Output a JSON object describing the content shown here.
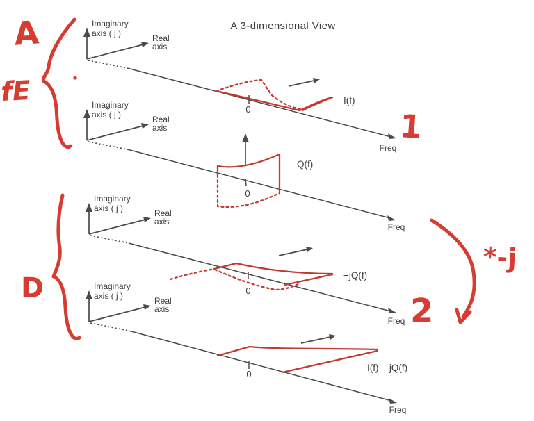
{
  "title": "A 3-dimensional View",
  "colors": {
    "background": "#ffffff",
    "ink": "#3d3d3d",
    "line": "#4a4a4a",
    "curve-red": "#c23a32",
    "marker-red": "#d63c31"
  },
  "axis": {
    "imaginary_line1": "Imaginary",
    "imaginary_line2": "axis ( j )",
    "real_line1": "Real",
    "real_line2": "axis",
    "freq": "Freq",
    "zero": "0"
  },
  "panels": [
    {
      "label": "I(f)"
    },
    {
      "label": "Q(f)"
    },
    {
      "label": "−jQ(f)"
    },
    {
      "label": "I(f) − jQ(f)"
    }
  ],
  "annotations": {
    "letter_a": "A",
    "letter_fe": "fE",
    "letter_d": "D",
    "number_1": "1",
    "number_2": "2",
    "operation": "*-j"
  }
}
